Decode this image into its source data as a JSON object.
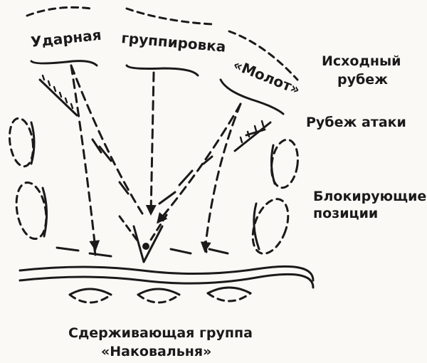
{
  "labels": {
    "group_line1": "Ударная",
    "group_line2": "группировка",
    "group_line3": "«Молот»",
    "start_line_1": "Исходный",
    "start_line_2": "рубеж",
    "attack_line": "Рубеж атаки",
    "blocking_1": "Блокирующие",
    "blocking_2": "позиции",
    "anvil_1": "Сдерживающая группа",
    "anvil_2": "«Наковальня»"
  }
}
